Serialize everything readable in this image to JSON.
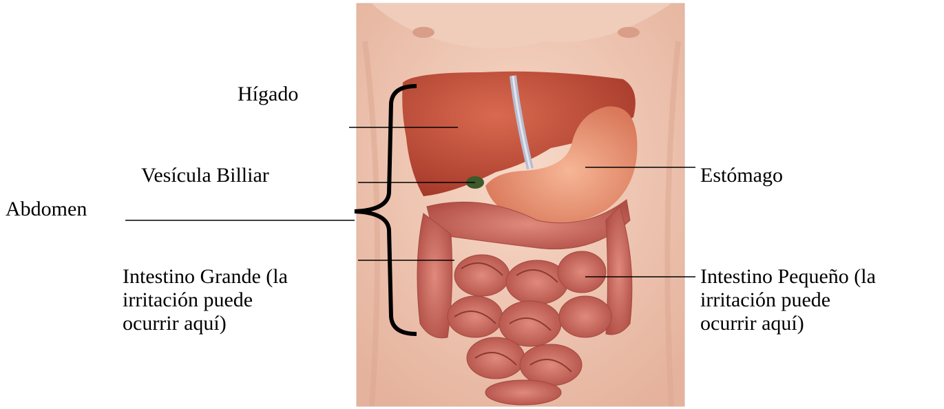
{
  "labels": {
    "higado": "Hígado",
    "vesicula": "Vesícula Billiar",
    "abdomen": "Abdomen",
    "estomago": "Estómago",
    "intestino_grande": [
      "Intestino Grande (la",
      "irritación puede",
      "ocurrir aquí)"
    ],
    "intestino_pequeno": [
      "Intestino Pequeño (la",
      "irritación puede",
      "ocurrir aquí)"
    ]
  },
  "colors": {
    "skin": "#f2cbb7",
    "skin_shadow": "#e3b09a",
    "liver": "#c9523c",
    "stomach": "#e8906f",
    "intestine": "#c9665c",
    "gallbladder": "#3c5a2a",
    "line": "#000000"
  }
}
